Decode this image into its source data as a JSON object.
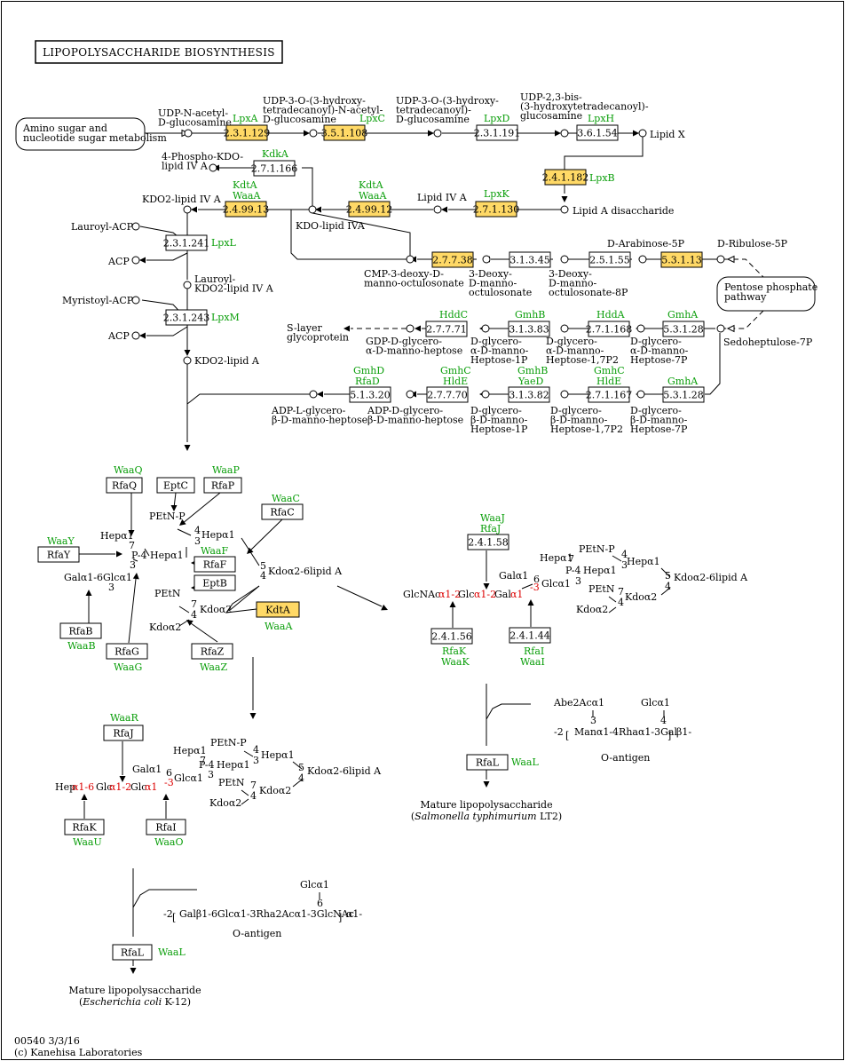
{
  "map_id": "00540 3/3/16",
  "copyright": "(c) Kanehisa Laboratories",
  "title": "LIPOPOLYSACCHARIDE BIOSYNTHESIS",
  "pathway_links": [
    {
      "id": "amino",
      "lines": [
        "Amino sugar and",
        "nucleotide sugar metabolism"
      ]
    },
    {
      "id": "pentose",
      "lines": [
        "Pentose phosphate",
        "pathway"
      ]
    }
  ],
  "enzymes": [
    {
      "id": "lpxa",
      "ec": "2.3.1.129",
      "hl": true
    },
    {
      "id": "lpxc",
      "ec": "3.5.1.108",
      "hl": true
    },
    {
      "id": "lpxd",
      "ec": "2.3.1.191",
      "hl": false
    },
    {
      "id": "lpxh",
      "ec": "3.6.1.54",
      "hl": false
    },
    {
      "id": "kdka",
      "ec": "2.7.1.166",
      "hl": false
    },
    {
      "id": "lpxb",
      "ec": "2.4.1.182",
      "hl": true
    },
    {
      "id": "kdta1",
      "ec": "2.4.99.13",
      "hl": true
    },
    {
      "id": "kdta2",
      "ec": "2.4.99.12",
      "hl": true
    },
    {
      "id": "lpxk",
      "ec": "2.7.1.130",
      "hl": true
    },
    {
      "id": "lpxl",
      "ec": "2.3.1.241",
      "hl": false
    },
    {
      "id": "kdsb",
      "ec": "2.7.7.38",
      "hl": true
    },
    {
      "id": "kdsc",
      "ec": "3.1.3.45",
      "hl": false
    },
    {
      "id": "kdsa",
      "ec": "2.5.1.55",
      "hl": false
    },
    {
      "id": "kdsd",
      "ec": "5.3.1.13",
      "hl": true
    },
    {
      "id": "lpxm",
      "ec": "2.3.1.243",
      "hl": false
    },
    {
      "id": "hddc",
      "ec": "2.7.7.71",
      "hl": false
    },
    {
      "id": "gmhb1",
      "ec": "3.1.3.83",
      "hl": false
    },
    {
      "id": "hdda",
      "ec": "2.7.1.168",
      "hl": false
    },
    {
      "id": "gmha1",
      "ec": "5.3.1.28",
      "hl": false
    },
    {
      "id": "gmhd",
      "ec": "5.1.3.20",
      "hl": false
    },
    {
      "id": "hlde1",
      "ec": "2.7.7.70",
      "hl": false
    },
    {
      "id": "gmhb2",
      "ec": "3.1.3.82",
      "hl": false
    },
    {
      "id": "hlde2",
      "ec": "2.7.1.167",
      "hl": false
    },
    {
      "id": "gmha2",
      "ec": "5.3.1.28",
      "hl": false
    },
    {
      "id": "rfaq",
      "ec": "RfaQ",
      "hl": false
    },
    {
      "id": "eptc",
      "ec": "EptC",
      "hl": false
    },
    {
      "id": "rfap",
      "ec": "RfaP",
      "hl": false
    },
    {
      "id": "rfac",
      "ec": "RfaC",
      "hl": false
    },
    {
      "id": "rfay",
      "ec": "RfaY",
      "hl": false
    },
    {
      "id": "rfaf",
      "ec": "RfaF",
      "hl": false
    },
    {
      "id": "eptb",
      "ec": "EptB",
      "hl": false
    },
    {
      "id": "kdta3",
      "ec": "KdtA",
      "hl": true
    },
    {
      "id": "rfab",
      "ec": "RfaB",
      "hl": false
    },
    {
      "id": "rfag",
      "ec": "RfaG",
      "hl": false
    },
    {
      "id": "rfaz",
      "ec": "RfaZ",
      "hl": false
    },
    {
      "id": "rfaj1",
      "ec": "2.4.1.58",
      "hl": false
    },
    {
      "id": "rfak1",
      "ec": "2.4.1.56",
      "hl": false
    },
    {
      "id": "rfai1",
      "ec": "2.4.1.44",
      "hl": false
    },
    {
      "id": "rfal1",
      "ec": "RfaL",
      "hl": false
    },
    {
      "id": "rfaj2",
      "ec": "RfaJ",
      "hl": false
    },
    {
      "id": "rfak2",
      "ec": "RfaK",
      "hl": false
    },
    {
      "id": "rfai2",
      "ec": "RfaI",
      "hl": false
    },
    {
      "id": "rfal2",
      "ec": "RfaL",
      "hl": false
    }
  ],
  "green_labels": [
    {
      "id": "lpxa",
      "text": "LpxA"
    },
    {
      "id": "lpxc",
      "text": "LpxC"
    },
    {
      "id": "lpxd",
      "text": "LpxD"
    },
    {
      "id": "lpxh",
      "text": "LpxH"
    },
    {
      "id": "kdka",
      "text": "KdkA"
    },
    {
      "id": "lpxb",
      "text": "LpxB"
    },
    {
      "id": "kdta1a",
      "text": "KdtA"
    },
    {
      "id": "kdta1b",
      "text": "WaaA"
    },
    {
      "id": "kdta2a",
      "text": "KdtA"
    },
    {
      "id": "kdta2b",
      "text": "WaaA"
    },
    {
      "id": "lpxk",
      "text": "LpxK"
    },
    {
      "id": "lpxl",
      "text": "LpxL"
    },
    {
      "id": "lpxm",
      "text": "LpxM"
    },
    {
      "id": "hddc",
      "text": "HddC"
    },
    {
      "id": "gmhb1",
      "text": "GmhB"
    },
    {
      "id": "hdda",
      "text": "HddA"
    },
    {
      "id": "gmha1",
      "text": "GmhA"
    },
    {
      "id": "gmhd",
      "text": "GmhD"
    },
    {
      "id": "rfad",
      "text": "RfaD"
    },
    {
      "id": "gmhc1",
      "text": "GmhC"
    },
    {
      "id": "hlde1",
      "text": "HldE"
    },
    {
      "id": "gmhb2",
      "text": "GmhB"
    },
    {
      "id": "yaed",
      "text": "YaeD"
    },
    {
      "id": "gmhc2",
      "text": "GmhC"
    },
    {
      "id": "hlde2",
      "text": "HldE"
    },
    {
      "id": "gmha2",
      "text": "GmhA"
    },
    {
      "id": "waaq",
      "text": "WaaQ"
    },
    {
      "id": "waap",
      "text": "WaaP"
    },
    {
      "id": "waac",
      "text": "WaaC"
    },
    {
      "id": "waay",
      "text": "WaaY"
    },
    {
      "id": "waaf",
      "text": "WaaF"
    },
    {
      "id": "waaa3",
      "text": "WaaA"
    },
    {
      "id": "waab",
      "text": "WaaB"
    },
    {
      "id": "waag",
      "text": "WaaG"
    },
    {
      "id": "waaz",
      "text": "WaaZ"
    },
    {
      "id": "waaj",
      "text": "WaaJ"
    },
    {
      "id": "rfaj1",
      "text": "RfaJ"
    },
    {
      "id": "rfak1",
      "text": "RfaK"
    },
    {
      "id": "waak",
      "text": "WaaK"
    },
    {
      "id": "rfai1",
      "text": "RfaI"
    },
    {
      "id": "waai",
      "text": "WaaI"
    },
    {
      "id": "waal1",
      "text": "WaaL"
    },
    {
      "id": "waar",
      "text": "WaaR"
    },
    {
      "id": "waau",
      "text": "WaaU"
    },
    {
      "id": "waao",
      "text": "WaaO"
    },
    {
      "id": "waal2",
      "text": "WaaL"
    }
  ],
  "compounds": [
    {
      "id": "udp_glcnac",
      "lines": [
        "UDP-N-acetyl-",
        "D-glucosamine"
      ]
    },
    {
      "id": "udp3o_glcnac",
      "lines": [
        "UDP-3-O-(3-hydroxy-",
        "tetradecanoyl)-N-acetyl-",
        "D-glucosamine"
      ]
    },
    {
      "id": "udp3o_glcn",
      "lines": [
        "UDP-3-O-(3-hydroxy-",
        "tetradecanoyl)-",
        "D-glucosamine"
      ]
    },
    {
      "id": "udp23",
      "lines": [
        "UDP-2,3-bis-",
        "(3-hydroxytetradecanoyl)-",
        "glucosamine"
      ]
    },
    {
      "id": "lipidx",
      "lines": [
        "Lipid X"
      ]
    },
    {
      "id": "p4kdo",
      "lines": [
        "4-Phospho-KDO-",
        "lipid IV A"
      ]
    },
    {
      "id": "kdo2lipid",
      "lines": [
        "KDO2-lipid IV A"
      ]
    },
    {
      "id": "lipidiva",
      "lines": [
        "Lipid IV A"
      ]
    },
    {
      "id": "lipida_dis",
      "lines": [
        "Lipid A disaccharide"
      ]
    },
    {
      "id": "kdolipid",
      "lines": [
        "KDO-lipid IVA"
      ]
    },
    {
      "id": "lauroyl_acp",
      "lines": [
        "Lauroyl-ACP"
      ]
    },
    {
      "id": "acp1",
      "lines": [
        "ACP"
      ]
    },
    {
      "id": "lauroyl_kdo2",
      "lines": [
        "Lauroyl-",
        "KDO2-lipid IV A"
      ]
    },
    {
      "id": "myristoyl_acp",
      "lines": [
        "Myristoyl-ACP"
      ]
    },
    {
      "id": "acp2",
      "lines": [
        "ACP"
      ]
    },
    {
      "id": "kdo2_lipida",
      "lines": [
        "KDO2-lipid A"
      ]
    },
    {
      "id": "cmp_kdo",
      "lines": [
        "CMP-3-deoxy-D-",
        "manno-octulosonate"
      ]
    },
    {
      "id": "kdo",
      "lines": [
        "3-Deoxy-",
        "D-manno-",
        "octulosonate"
      ]
    },
    {
      "id": "kdo8p",
      "lines": [
        "3-Deoxy-",
        "D-manno-",
        "octulosonate-8P"
      ]
    },
    {
      "id": "ara5p",
      "lines": [
        "D-Arabinose-5P"
      ]
    },
    {
      "id": "rib5p",
      "lines": [
        "D-Ribulose-5P"
      ]
    },
    {
      "id": "slayer",
      "lines": [
        "S-layer",
        "glycoprotein"
      ]
    },
    {
      "id": "gdp_hep",
      "lines": [
        "GDP-D-glycero-",
        "α-D-manno-heptose"
      ]
    },
    {
      "id": "hep1p_a",
      "lines": [
        "D-glycero-",
        "α-D-manno-",
        "Heptose-1P"
      ]
    },
    {
      "id": "hep17p_a",
      "lines": [
        "D-glycero-",
        "α-D-manno-",
        "Heptose-1,7P2"
      ]
    },
    {
      "id": "hep7p_a",
      "lines": [
        "D-glycero-",
        "α-D-manno-",
        "Heptose-7P"
      ]
    },
    {
      "id": "sedo7p",
      "lines": [
        "Sedoheptulose-7P"
      ]
    },
    {
      "id": "adp_lhep",
      "lines": [
        "ADP-L-glycero-",
        "β-D-manno-heptose"
      ]
    },
    {
      "id": "adp_dhep",
      "lines": [
        "ADP-D-glycero-",
        "β-D-manno-heptose"
      ]
    },
    {
      "id": "hep1p_b",
      "lines": [
        "D-glycero-",
        "β-D-manno-",
        "Heptose-1P"
      ]
    },
    {
      "id": "hep17p_b",
      "lines": [
        "D-glycero-",
        "β-D-manno-",
        "Heptose-1,7P2"
      ]
    },
    {
      "id": "hep7p_b",
      "lines": [
        "D-glycero-",
        "β-D-manno-",
        "Heptose-7P"
      ]
    }
  ],
  "structures": {
    "core1": [
      "PEtN-P",
      "Hepα1",
      "7",
      "4",
      "3",
      "Hepα1",
      "P-4",
      "Hepα1",
      "3",
      "5",
      "4",
      "Kdoα2-6lipid A",
      "Galα1-6Glcα1",
      "3",
      "PEtN",
      "7",
      "4",
      "Kdoα2",
      "Kdoα2"
    ],
    "core2": [
      "PEtN-P",
      "Hepα1",
      "7",
      "4",
      "3",
      "Hepα1",
      "Galα1",
      "P-4",
      "Hepα1",
      "6",
      "Glcα1",
      "3",
      "5",
      "4",
      "Kdoα2-6lipid A",
      "PEtN",
      "7",
      "4",
      "Kdoα2",
      "Kdoα2"
    ],
    "core2_chain": [
      "GlcNAcα1-2",
      "Glcα1-2Galα1",
      "GlcNAc",
      "α1-2",
      "Glc",
      "α1-2",
      "Gal",
      "α1",
      "3"
    ],
    "core3": [
      "PEtN-P",
      "Hepα1",
      "7",
      "4",
      "3",
      "Hepα1",
      "Galα1",
      "P-4",
      "Hepα1",
      "6",
      "Glcα1",
      "3",
      "5",
      "4",
      "Kdoα2-6lipid A",
      "PEtN",
      "7",
      "4",
      "Kdoα2",
      "Kdoα2"
    ],
    "core3_chain": [
      "Hep",
      "α1-6",
      "Glc",
      "α1-2",
      "Glc",
      "α1",
      "3"
    ],
    "oantigen1": [
      "Abe2Acα1",
      "Glcα1",
      "3",
      "4",
      "-2",
      "Manα1-4Rhaα1-3Gal",
      "β1-",
      "O-antigen"
    ],
    "oantigen2": [
      "Glcα1",
      "6",
      "-2",
      "Galβ1-6Glcα1-3Rha2Acα1-3GlcNAc",
      "α1-",
      "O-antigen"
    ]
  },
  "products": [
    {
      "id": "mlps_sal",
      "lines": [
        "Mature lipopolysaccharide"
      ],
      "species": "Salmonella typhimurium",
      "strain": " LT2)"
    },
    {
      "id": "mlps_eco",
      "lines": [
        "Mature lipopolysaccharide"
      ],
      "species": "Escherichia coli",
      "strain": " K-12)"
    }
  ]
}
